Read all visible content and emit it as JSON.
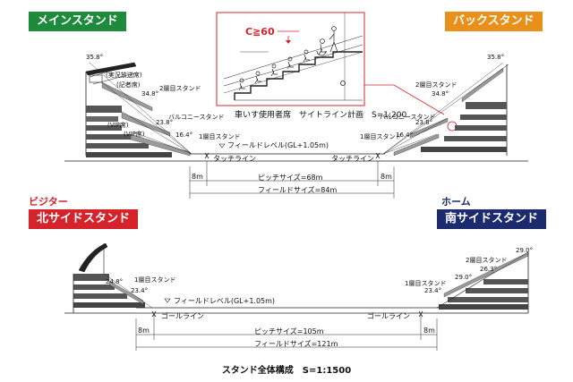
{
  "colors": {
    "main_stand": "#1e8a3c",
    "back_stand": "#e8901a",
    "north_stand": "#d4232b",
    "south_stand": "#1c2a6e",
    "accent_red": "#d4232b"
  },
  "tags": {
    "main": "メインスタンド",
    "back": "バックスタンド",
    "visitor": "ビジター",
    "north": "北サイドスタンド",
    "home": "ホーム",
    "south": "南サイドスタンド"
  },
  "detail": {
    "clearance": "C≧60",
    "title": "車いす使用者席　サイトライン計画　S=1:200"
  },
  "upper": {
    "angle_top_left": "35.8°",
    "angle_top_right": "35.8°",
    "broadcast": "(実況放送席)",
    "press": "(記者席)",
    "second_tier_left": "2層目スタンド",
    "second_tier_right": "2層目スタンド",
    "angle_348_left": "34.8°",
    "angle_348_right": "34.8°",
    "vip_room": "(VIP席)",
    "vip_seat": "(VIP席)",
    "balcony_left": "バルコニースタンド",
    "balcony_right": "バルコニースタンド",
    "angle_238_left": "23.8°",
    "angle_238_right": "23.8°",
    "angle_164_left": "16.4°",
    "angle_164_right": "16.4°",
    "first_tier_left": "1層目スタンド",
    "first_tier_right": "1層目スタンド",
    "field_level": "フィールドレベル(GL+1.05m)",
    "touchline_left": "タッチライン",
    "touchline_right": "タッチライン",
    "margin_left": "8m",
    "margin_right": "8m",
    "pitch": "ピッチサイズ=68m",
    "field": "フィールドサイズ=84m"
  },
  "lower": {
    "first_tier_left": "1層目スタンド",
    "first_tier_right": "1層目スタンド",
    "angle_248": "24.8°",
    "angle_234_left": "23.4°",
    "angle_234_right": "23.4°",
    "angle_290_top": "29.0°",
    "angle_290_mid": "29.0°",
    "angle_263": "26.3°",
    "second_tier_right": "2層目スタンド",
    "field_level": "フィールドレベル(GL+1.05m)",
    "goal_left": "ゴールライン",
    "goal_right": "ゴールライン",
    "margin_left": "8m",
    "margin_right": "8m",
    "pitch": "ピッチサイズ=105m",
    "field": "フィールドサイズ=121m"
  },
  "caption": "スタンド全体構成　S=1:1500"
}
